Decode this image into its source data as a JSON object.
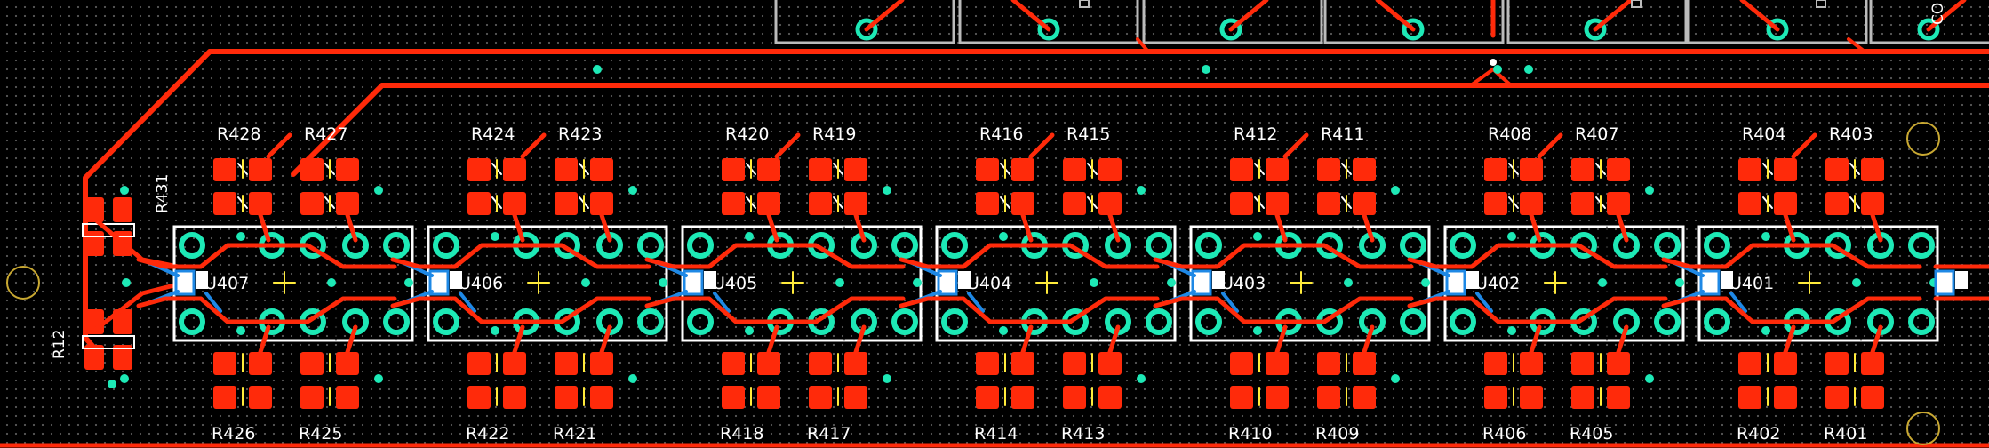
{
  "view": {
    "title": "PCB layout view",
    "colors": {
      "background": "#000000",
      "copper_top": "#ff2a0a",
      "copper_bottom": "#1e88e5",
      "via": "#1de9b6",
      "silkscreen": "#ffffff",
      "pad_center": "#ffeb3b",
      "mount_hole": "#c8a832"
    }
  },
  "top_resistors": [
    {
      "ref": "R428"
    },
    {
      "ref": "R427"
    },
    {
      "ref": "R424"
    },
    {
      "ref": "R423"
    },
    {
      "ref": "R420"
    },
    {
      "ref": "R419"
    },
    {
      "ref": "R416"
    },
    {
      "ref": "R415"
    },
    {
      "ref": "R412"
    },
    {
      "ref": "R411"
    },
    {
      "ref": "R408"
    },
    {
      "ref": "R407"
    },
    {
      "ref": "R404"
    },
    {
      "ref": "R403"
    }
  ],
  "bottom_resistors": [
    {
      "ref": "R426"
    },
    {
      "ref": "R425"
    },
    {
      "ref": "R422"
    },
    {
      "ref": "R421"
    },
    {
      "ref": "R418"
    },
    {
      "ref": "R417"
    },
    {
      "ref": "R414"
    },
    {
      "ref": "R413"
    },
    {
      "ref": "R410"
    },
    {
      "ref": "R409"
    },
    {
      "ref": "R406"
    },
    {
      "ref": "R405"
    },
    {
      "ref": "R402"
    },
    {
      "ref": "R401"
    }
  ],
  "components": [
    {
      "ref": "U407"
    },
    {
      "ref": "U406"
    },
    {
      "ref": "U405"
    },
    {
      "ref": "U404"
    },
    {
      "ref": "U403"
    },
    {
      "ref": "U402"
    },
    {
      "ref": "U401"
    }
  ],
  "side_parts": [
    {
      "ref": "R431"
    },
    {
      "ref": "R12"
    }
  ],
  "top_right_partial": "CO"
}
